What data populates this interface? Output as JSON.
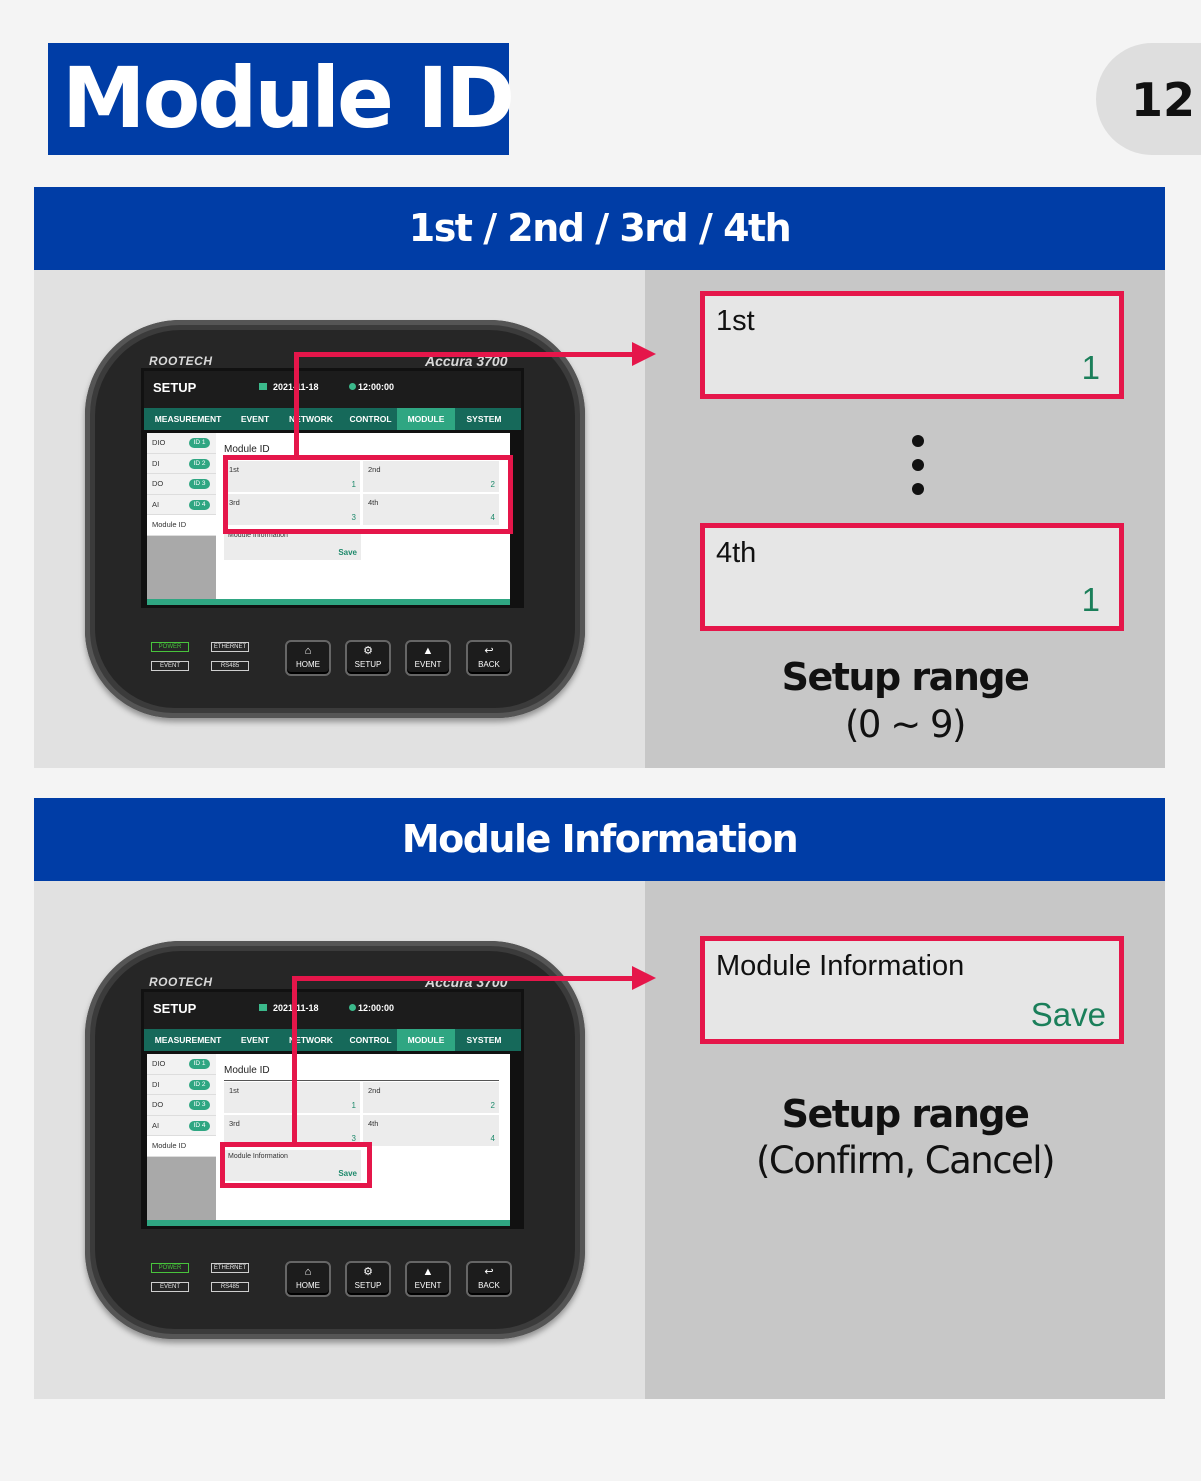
{
  "page": {
    "title": "Module ID",
    "number": "12"
  },
  "section1": {
    "heading": "1st / 2nd / 3rd / 4th"
  },
  "section2": {
    "heading": "Module Information"
  },
  "device": {
    "brand": "ROOTECH",
    "model": "Accura 3700",
    "screen_title": "SETUP",
    "date": "2021-11-18",
    "time": "12:00:00",
    "tabs": [
      "MEASUREMENT",
      "EVENT",
      "NETWORK",
      "CONTROL",
      "MODULE",
      "SYSTEM"
    ],
    "active_tab": "MODULE",
    "sidebar": [
      {
        "label": "DIO",
        "pill": "ID 1"
      },
      {
        "label": "DI",
        "pill": "ID 2"
      },
      {
        "label": "DO",
        "pill": "ID 3"
      },
      {
        "label": "AI",
        "pill": "ID 4"
      },
      {
        "label": "Module ID",
        "pill": ""
      }
    ],
    "module_heading": "Module ID",
    "cells": [
      {
        "label": "1st",
        "value": "1"
      },
      {
        "label": "2nd",
        "value": "2"
      },
      {
        "label": "3rd",
        "value": "3"
      },
      {
        "label": "4th",
        "value": "4"
      }
    ],
    "info_label": "Module Information",
    "info_action": "Save",
    "leds": {
      "power": "POWER",
      "ethernet": "ETHERNET",
      "event": "EVENT",
      "rs485": "RS485"
    },
    "buttons": [
      "HOME",
      "SETUP",
      "EVENT",
      "BACK"
    ]
  },
  "panel1": {
    "first": {
      "label": "1st",
      "value": "1"
    },
    "last": {
      "label": "4th",
      "value": "1"
    },
    "range_title": "Setup range",
    "range_value": "(0 ~ 9)"
  },
  "panel2": {
    "field": {
      "label": "Module Information",
      "action": "Save"
    },
    "range_title": "Setup range",
    "range_value": "(Confirm, Cancel)"
  },
  "colors": {
    "banner": "#003da6",
    "highlight": "#e5164a",
    "value_green": "#1b7f5a",
    "screen_accent": "#2fa682"
  }
}
